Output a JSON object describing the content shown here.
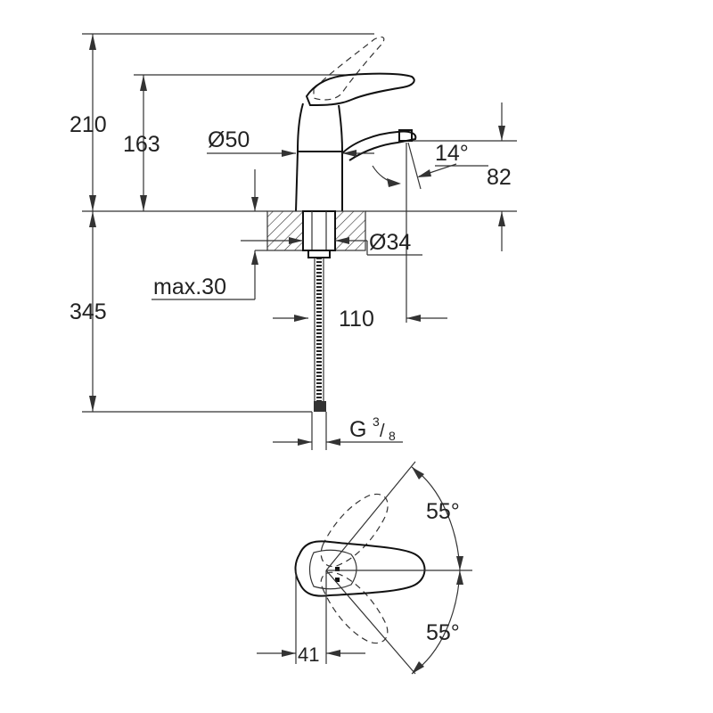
{
  "dimensions": {
    "total_height": "210",
    "spout_height": "163",
    "body_diameter": "Ø50",
    "spout_angle": "14°",
    "aerator_height": "82",
    "hole_diameter": "Ø34",
    "max_deck_thickness": "max.30",
    "below_deck_length": "345",
    "projection": "110",
    "connection_thread": "G",
    "thread_num": "3",
    "thread_den": "8",
    "swing_upper": "55°",
    "swing_lower": "55°",
    "handle_offset": "41"
  }
}
